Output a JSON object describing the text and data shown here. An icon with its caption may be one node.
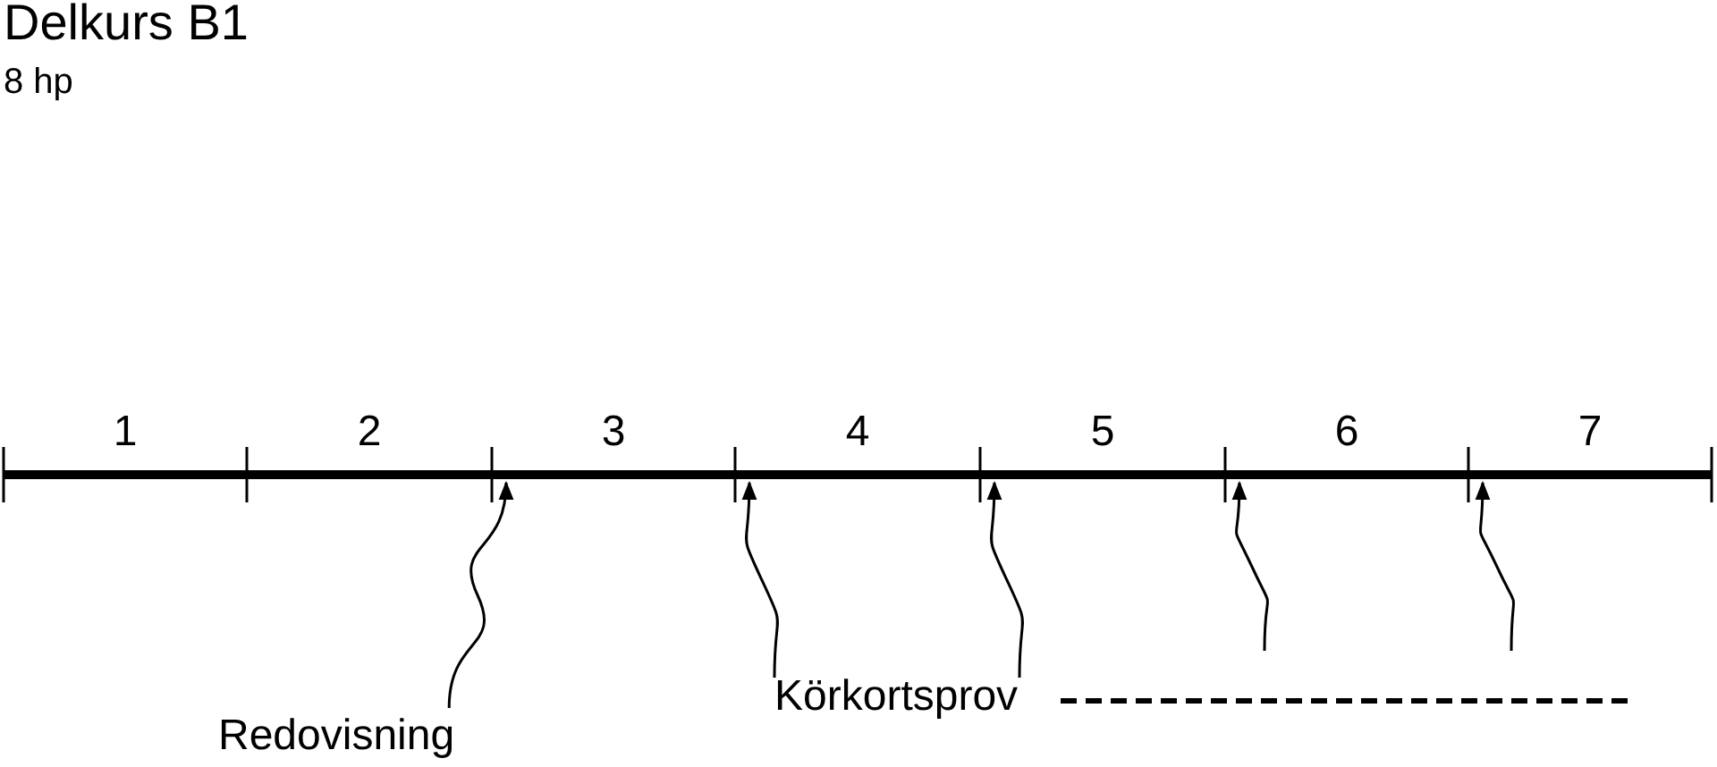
{
  "diagram": {
    "title": "Delkurs B1",
    "nodes": [
      {
        "text": [
          "1"
        ]
      },
      {
        "text": [
          "2"
        ]
      },
      {
        "text": [
          "3"
        ]
      },
      {
        "text": [
          "4"
        ]
      },
      {
        "text": [
          "5"
        ]
      },
      {
        "text": [
          "6"
        ]
      },
      {
        "text": [
          "7"
        ]
      },
      {
        "text": [
          "Redovisning"
        ]
      },
      {
        "text": [
          "Körkortsprov"
        ]
      }
    ],
    "edges": [
      {
        "from": 7,
        "to": 2,
        "arrow": "to"
      },
      {
        "from": 8,
        "to": 3,
        "arrow": "to"
      },
      {
        "from": 8,
        "to": 4,
        "arrow": "to"
      },
      {
        "from": null,
        "to": 5,
        "arrow": "to"
      },
      {
        "from": null,
        "to": 6,
        "arrow": "to"
      }
    ],
    "labels": [
      "8 hp"
    ]
  }
}
